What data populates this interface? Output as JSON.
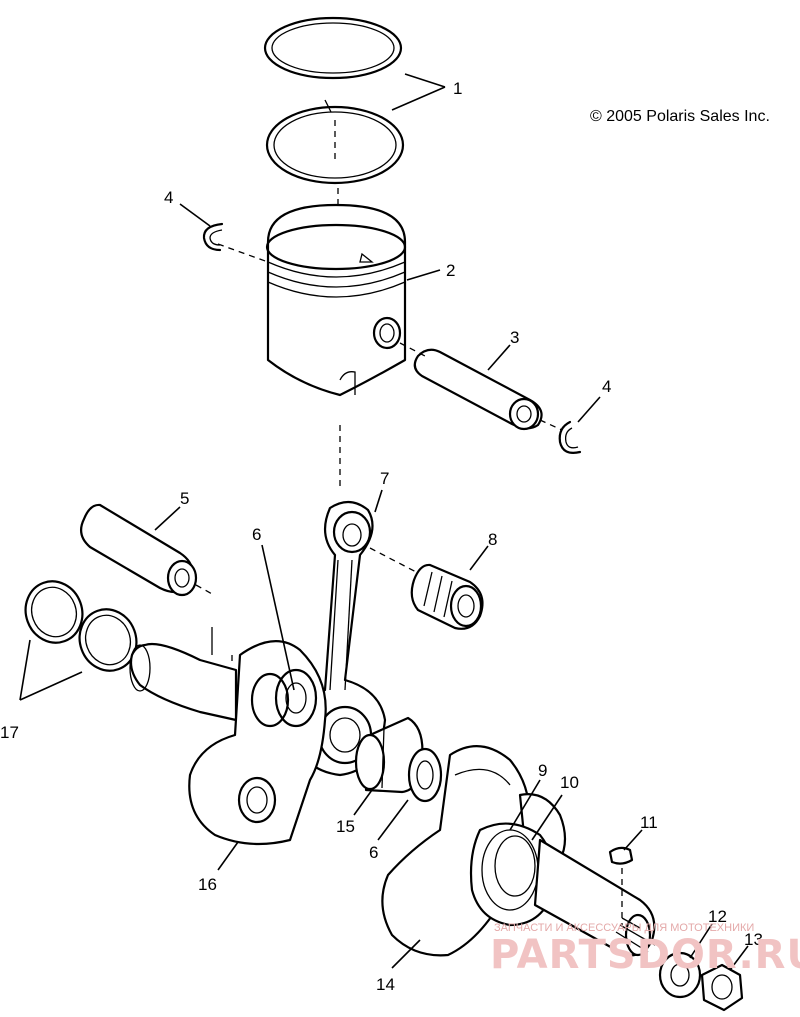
{
  "copyright": "© 2005 Polaris Sales Inc.",
  "watermark": {
    "tagline": "ЗАПЧАСТИ И АКСЕССУАРЫ ДЛЯ МОТОТЕХНИКИ",
    "logo": "PARTSDOR.RU"
  },
  "callouts": [
    "1",
    "2",
    "3",
    "4",
    "4",
    "5",
    "6",
    "6",
    "7",
    "8",
    "9",
    "10",
    "11",
    "12",
    "13",
    "14",
    "15",
    "16",
    "17"
  ]
}
